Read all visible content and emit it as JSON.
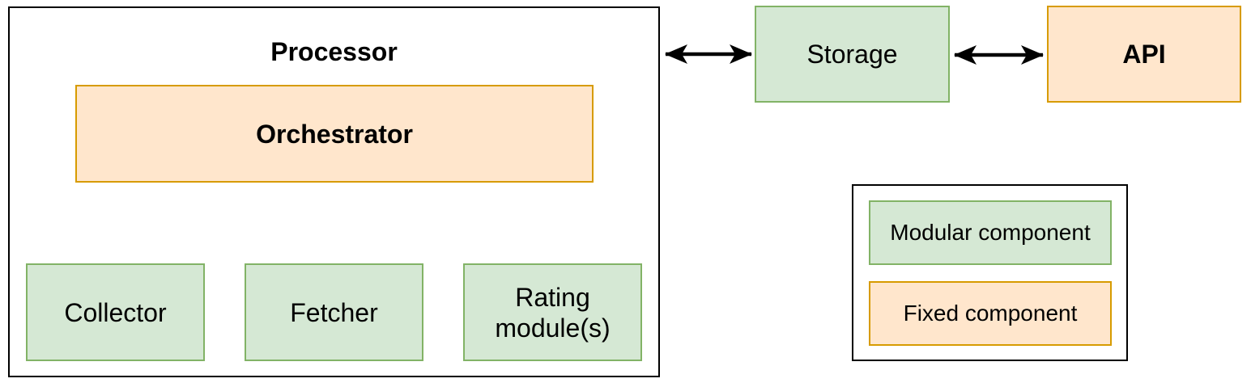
{
  "diagram": {
    "processor": {
      "title": "Processor"
    },
    "nodes": {
      "orchestrator": {
        "label": "Orchestrator",
        "type": "fixed"
      },
      "collector": {
        "label": "Collector",
        "type": "modular"
      },
      "fetcher": {
        "label": "Fetcher",
        "type": "modular"
      },
      "rating": {
        "label": "Rating module(s)",
        "type": "modular"
      },
      "storage": {
        "label": "Storage",
        "type": "modular"
      },
      "api": {
        "label": "API",
        "type": "fixed"
      }
    },
    "legend": {
      "modular_label": "Modular component",
      "fixed_label": "Fixed component"
    },
    "edges": [
      {
        "from": "orchestrator",
        "to": "collector",
        "style": "bidirectional"
      },
      {
        "from": "orchestrator",
        "to": "fetcher",
        "style": "bidirectional"
      },
      {
        "from": "orchestrator",
        "to": "rating",
        "style": "bidirectional"
      },
      {
        "from": "processor",
        "to": "storage",
        "style": "bidirectional"
      },
      {
        "from": "storage",
        "to": "api",
        "style": "bidirectional"
      }
    ],
    "colors": {
      "modular_fill": "#d5e8d4",
      "modular_border": "#82b366",
      "fixed_fill": "#ffe6cc",
      "fixed_border": "#d79b00",
      "outline": "#000000",
      "arrow": "#000000"
    }
  }
}
